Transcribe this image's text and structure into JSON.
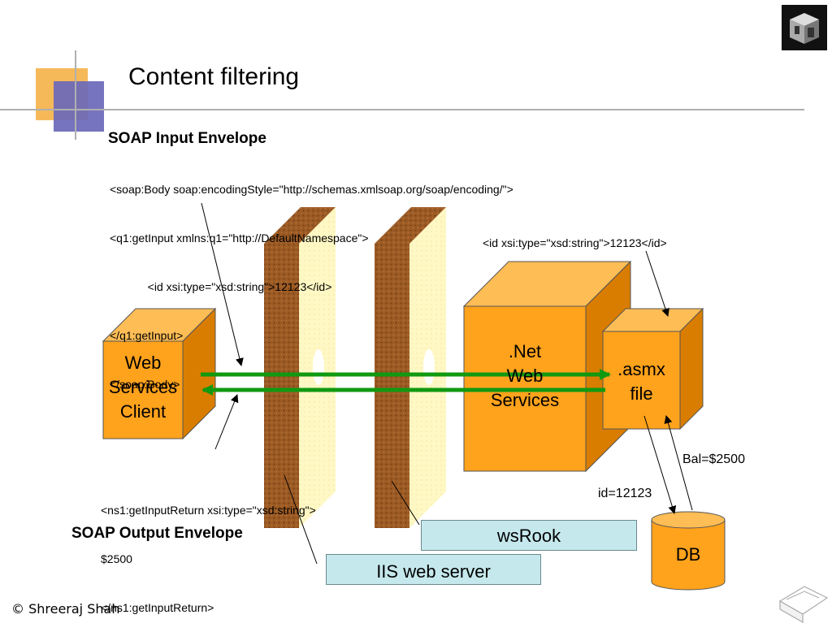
{
  "slide": {
    "title": "Content filtering",
    "footer": "© Shreeraj Shah"
  },
  "input_envelope": {
    "heading": "SOAP Input Envelope",
    "lines": [
      "<soap:Body soap:encodingStyle=\"http://schemas.xmlsoap.org/soap/encoding/\">",
      "<q1:getInput xmlns:q1=\"http://DefaultNamespace\">",
      "            <id xsi:type=\"xsd:string\">12123</id>",
      "</q1:getInput>",
      "</soap:Body>"
    ]
  },
  "output_envelope": {
    "heading": "SOAP Output Envelope",
    "lines": [
      "<ns1:getInputReturn xsi:type=\"xsd:string\">",
      "$2500",
      "</ns1:getInputReturn>"
    ]
  },
  "nodes": {
    "client": "Web\nServices\nClient",
    "dotnet": ".Net\nWeb\nServices",
    "asmx": ".asmx\nfile",
    "db": "DB"
  },
  "labels": {
    "id_element": "<id xsi:type=\"xsd:string\">12123</id>",
    "balance": "Bal=$2500",
    "id_value": "id=12123",
    "wsrook": "wsRook",
    "iis": "IIS web server"
  },
  "colors": {
    "box_front": "#ffa21c",
    "box_side": "#d97d00",
    "box_top": "#ffbd55",
    "wall_brown": "#9c5a24",
    "wall_cream": "#fff8c4",
    "arrow_green": "#119911",
    "banner_fill": "#c5e8ec"
  },
  "icons": [
    "logo-cube-icon",
    "page-corner-icon"
  ]
}
